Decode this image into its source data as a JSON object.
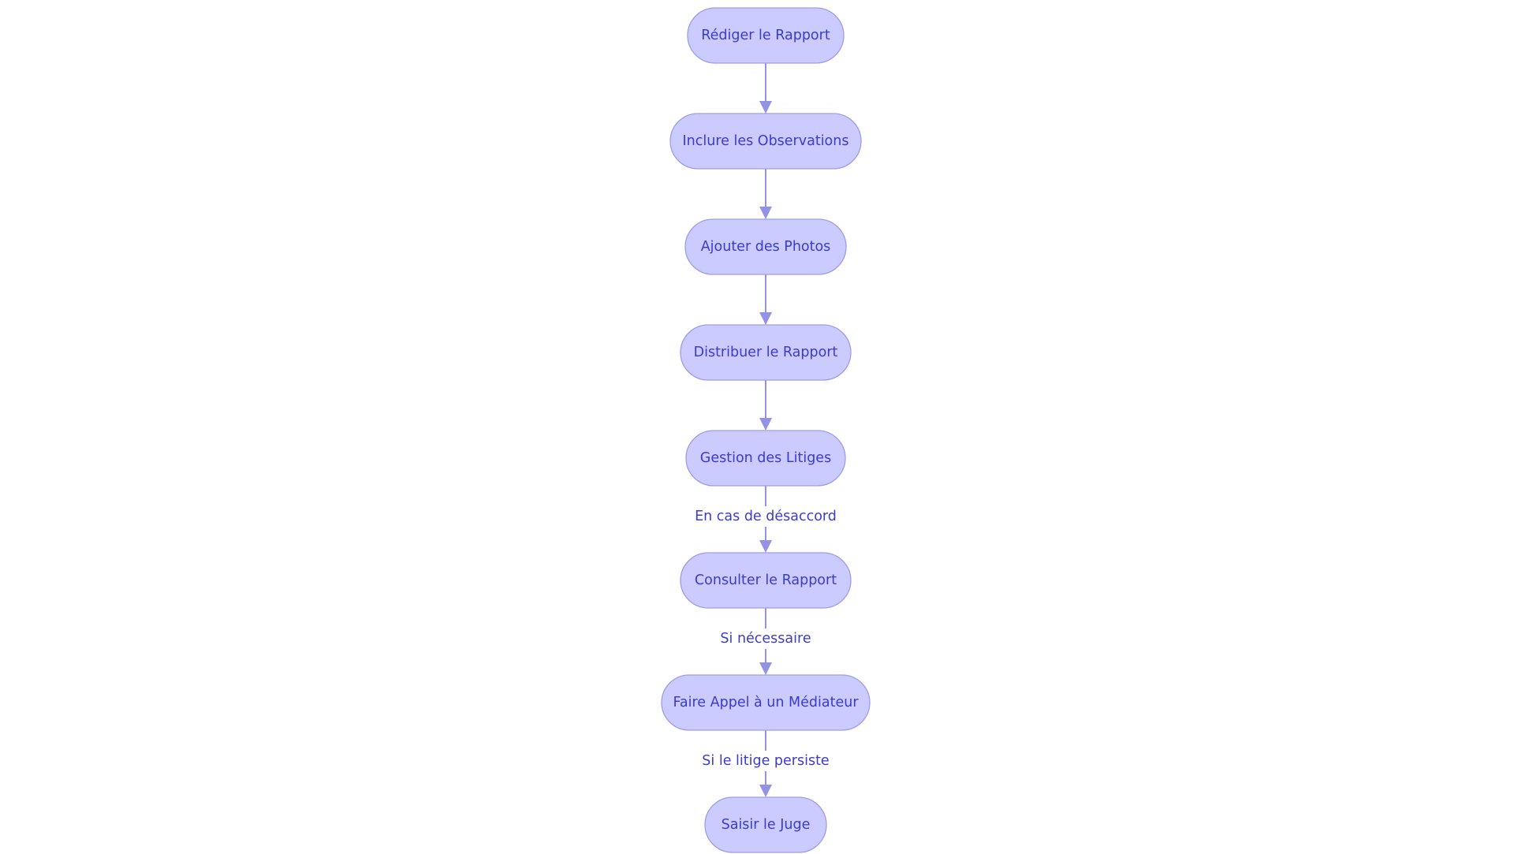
{
  "flowchart": {
    "colors": {
      "node_fill": "#cbcbff",
      "node_border": "#9d9de8",
      "text": "#3b3bd0",
      "edge": "#9393e6"
    },
    "nodes": [
      {
        "id": "rediger",
        "label": "Rédiger le Rapport"
      },
      {
        "id": "inclure",
        "label": "Inclure les Observations"
      },
      {
        "id": "ajouter",
        "label": "Ajouter des Photos"
      },
      {
        "id": "distribuer",
        "label": "Distribuer le Rapport"
      },
      {
        "id": "gestion",
        "label": "Gestion des Litiges"
      },
      {
        "id": "consulter",
        "label": "Consulter le Rapport"
      },
      {
        "id": "mediateur",
        "label": "Faire Appel à un Médiateur"
      },
      {
        "id": "juge",
        "label": "Saisir le Juge"
      }
    ],
    "edges": [
      {
        "from": "rediger",
        "to": "inclure",
        "label": ""
      },
      {
        "from": "inclure",
        "to": "ajouter",
        "label": ""
      },
      {
        "from": "ajouter",
        "to": "distribuer",
        "label": ""
      },
      {
        "from": "distribuer",
        "to": "gestion",
        "label": ""
      },
      {
        "from": "gestion",
        "to": "consulter",
        "label": "En cas de désaccord"
      },
      {
        "from": "consulter",
        "to": "mediateur",
        "label": "Si nécessaire"
      },
      {
        "from": "mediateur",
        "to": "juge",
        "label": "Si le litige persiste"
      }
    ]
  }
}
